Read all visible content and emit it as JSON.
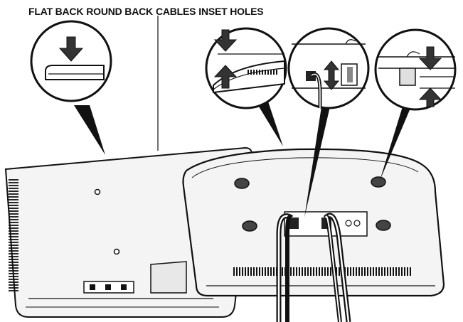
{
  "labels": {
    "flat_back": "FLAT BACK",
    "round_back": "ROUND BACK",
    "cables": "CABLES",
    "inset_holes": "INSET HOLES"
  },
  "colors": {
    "stroke": "#111111",
    "panel_fill": "#f4f4f4",
    "panel_shadow": "#d9d9d9",
    "background": "#ffffff"
  },
  "icons": {
    "arrow_down": "arrow-down-icon",
    "arrow_up": "arrow-up-icon",
    "arrow_updown": "arrow-updown-icon"
  }
}
